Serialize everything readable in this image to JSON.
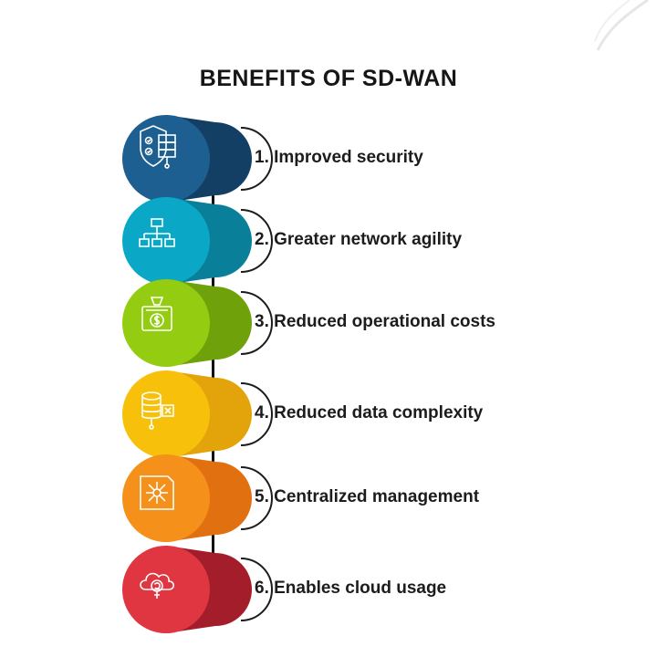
{
  "title": "BENEFITS OF SD-WAN",
  "items": [
    {
      "label": "1. Improved security",
      "icon": "shield-server-icon",
      "color_light": "#1d5f91",
      "color_dark": "#123f63"
    },
    {
      "label": "2. Greater network agility",
      "icon": "network-hierarchy-icon",
      "color_light": "#0aa7c6",
      "color_dark": "#0a7f9a"
    },
    {
      "label": "3. Reduced operational costs",
      "icon": "money-bag-icon",
      "color_light": "#93cc10",
      "color_dark": "#6fa10b"
    },
    {
      "label": "4. Reduced data complexity",
      "icon": "database-icon",
      "color_light": "#f7c10b",
      "color_dark": "#e3a30a"
    },
    {
      "label": "5. Centralized management",
      "icon": "central-hub-icon",
      "color_light": "#f5901b",
      "color_dark": "#e07010"
    },
    {
      "label": "6. Enables cloud usage",
      "icon": "cloud-search-icon",
      "color_light": "#df3641",
      "color_dark": "#a31e2a"
    }
  ]
}
